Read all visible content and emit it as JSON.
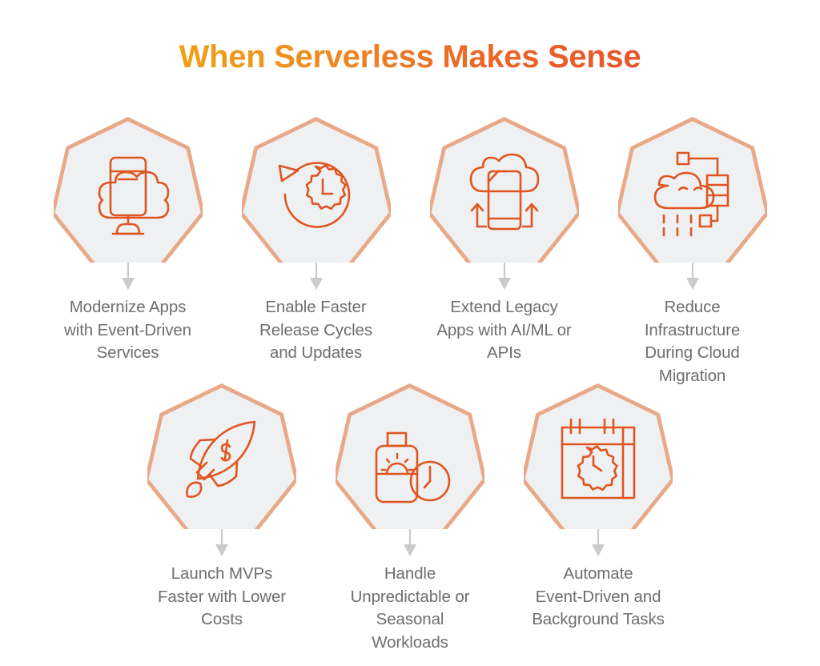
{
  "header": {
    "title": "When Serverless Makes Sense"
  },
  "theme": {
    "title_gradient_start": "#f0a118",
    "title_gradient_end": "#e7542c",
    "badge_fill": "#eef0f2",
    "badge_stroke": "#e9a887",
    "icon_stroke": "#e0551f",
    "label_color": "#6d6e70",
    "connector_color": "#c9cbcd",
    "page_background": "#ffffff"
  },
  "rows": [
    {
      "cells": [
        {
          "icon": "monitor-cloud-icon",
          "label": "Modernize Apps\nwith Event-Driven\nServices"
        },
        {
          "icon": "refresh-gear-clock-icon",
          "label": "Enable Faster\nRelease Cycles\nand Updates"
        },
        {
          "icon": "cloud-mobile-upload-icon",
          "label": "Extend Legacy\nApps with AI/ML or\nAPIs"
        },
        {
          "icon": "rain-cloud-server-icon",
          "label": "Reduce\nInfrastructure\nDuring Cloud\nMigration"
        }
      ]
    },
    {
      "cells": [
        {
          "icon": "rocket-dollar-icon",
          "label": "Launch MVPs\nFaster with Lower\nCosts"
        },
        {
          "icon": "suitcase-sun-clock-icon",
          "label": "Handle\nUnpredictable or\nSeasonal\nWorkloads"
        },
        {
          "icon": "calendar-gear-clock-icon",
          "label": "Automate\nEvent-Driven and\nBackground Tasks"
        }
      ]
    }
  ]
}
